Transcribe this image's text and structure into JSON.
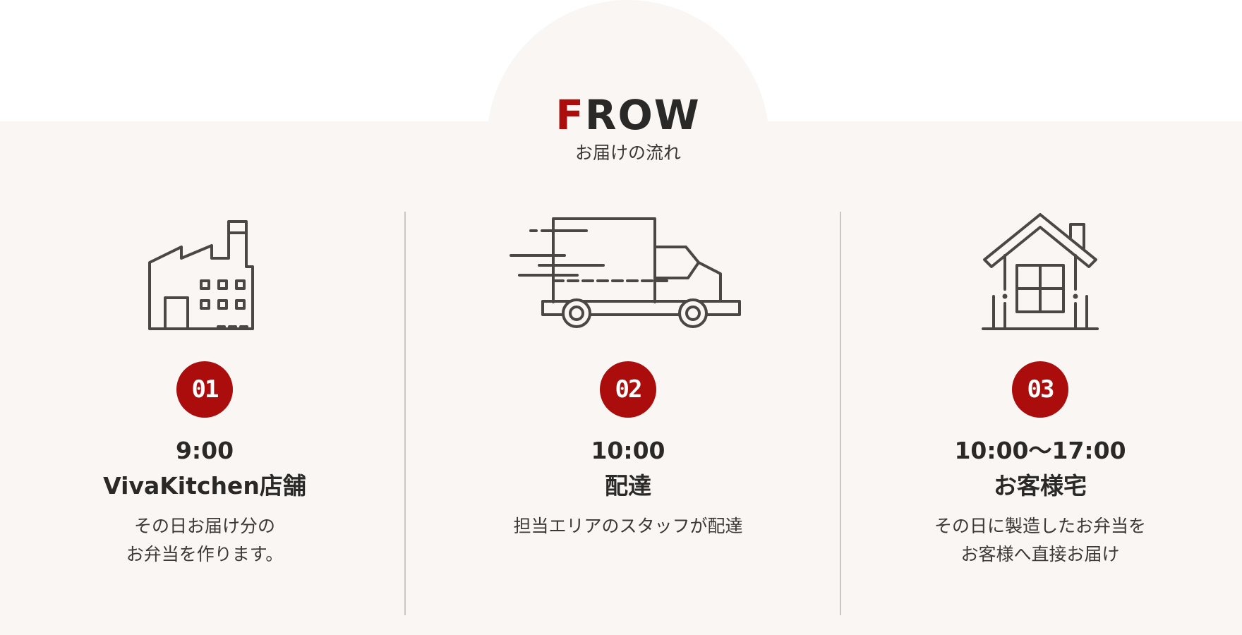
{
  "heading": {
    "title_first_letter": "F",
    "title_rest": "ROW",
    "subtitle": "お届けの流れ"
  },
  "steps": [
    {
      "icon": "factory-icon",
      "number": "01",
      "time": "9:00",
      "place": "VivaKitchen店舗",
      "description_line1": "その日お届け分の",
      "description_line2": "お弁当を作ります。"
    },
    {
      "icon": "delivery-truck-icon",
      "number": "02",
      "time": "10:00",
      "place": "配達",
      "description_line1": "担当エリアのスタッフが配達",
      "description_line2": ""
    },
    {
      "icon": "house-icon",
      "number": "03",
      "time": "10:00～17:00",
      "place": "お客様宅",
      "description_line1": "その日に製造したお弁当を",
      "description_line2": "お客様へ直接お届け"
    }
  ],
  "colors": {
    "accent": "#ab0d0d",
    "background": "#faf6f3",
    "text": "#2b2927",
    "icon_stroke": "#4a4745",
    "divider": "#c9c6c3"
  }
}
